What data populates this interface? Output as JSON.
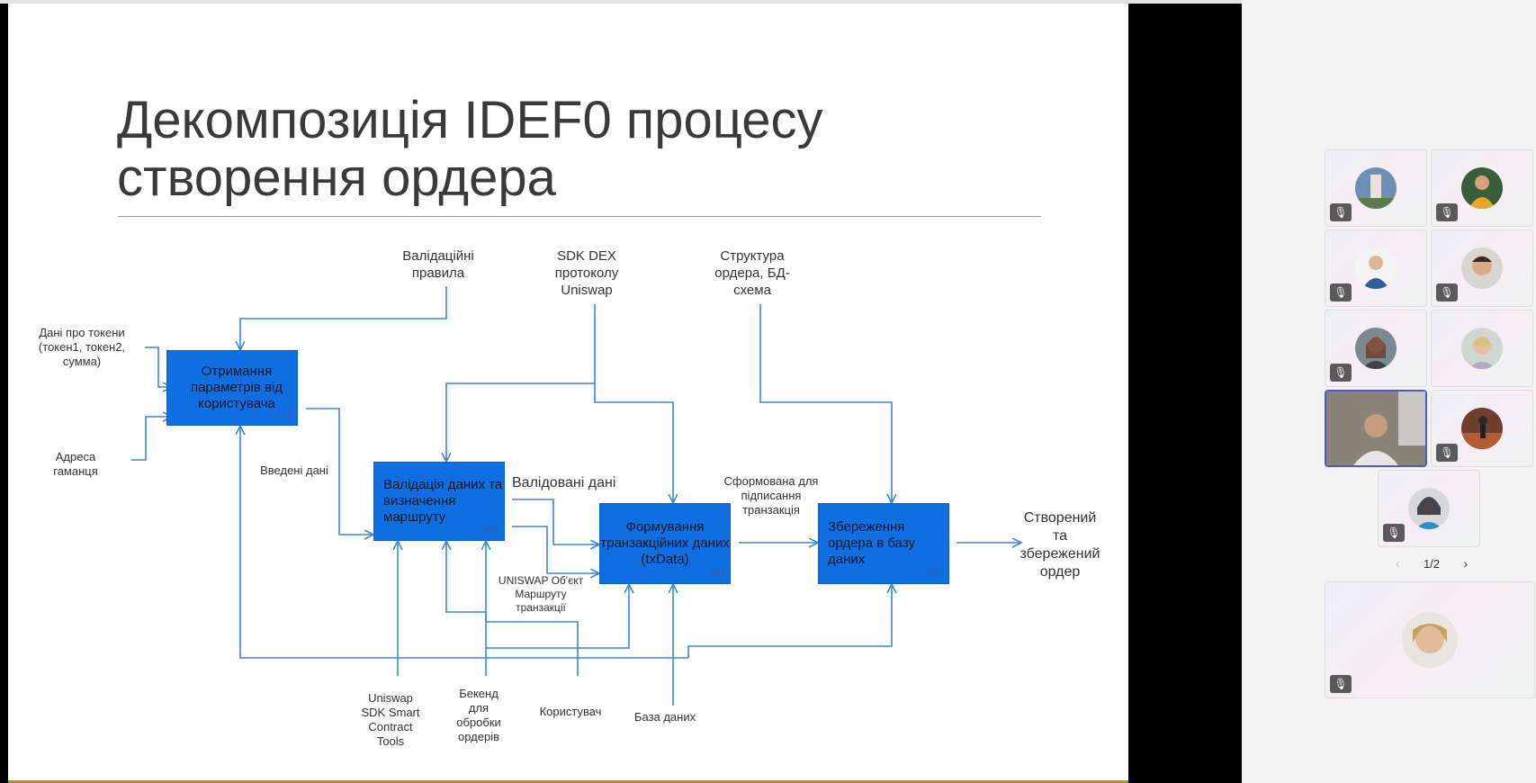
{
  "slide": {
    "title_line1": "Декомпозиція IDEF0 процесу",
    "title_line2": "створення ордера",
    "boxes": [
      {
        "label": "Отримання параметрів від користувача",
        "id": "A01"
      },
      {
        "label": "Валідація даних та визначення маршруту",
        "id": "A02"
      },
      {
        "label": "Формування транзакційних даних (txData)",
        "id": "A03"
      },
      {
        "label": "Збереження ордера в базу даних",
        "id": "A04"
      }
    ],
    "controls": {
      "validation_rules": "Валідаційні правила",
      "sdk_dex": "SDK DEX протоколу Uniswap",
      "order_structure": "Структура ордера, БД-схема"
    },
    "inputs": {
      "token_data": "Дані про токени (токен1, токен2, сумма)",
      "wallet_address": "Адреса гаманця"
    },
    "flows": {
      "entered_data": "Введені дані",
      "validated_data": "Валідовані дані",
      "formed_tx": "Сформована для підписання транзакція",
      "uniswap_object": "UNISWAP Об'єкт Маршруту транзакції"
    },
    "output": "Створений та збережений ордер",
    "mechanisms": {
      "uniswap_sdk": "Uniswap SDK Smart Contract Tools",
      "backend": "Бекенд для обробки ордерів",
      "user": "Користувач",
      "database": "База даних"
    }
  },
  "participants": {
    "pager": "1/2",
    "colors": {
      "accent_border": "#4f57c9",
      "box_blue": "#0f6fe0",
      "arrow": "#3b87d6"
    }
  }
}
